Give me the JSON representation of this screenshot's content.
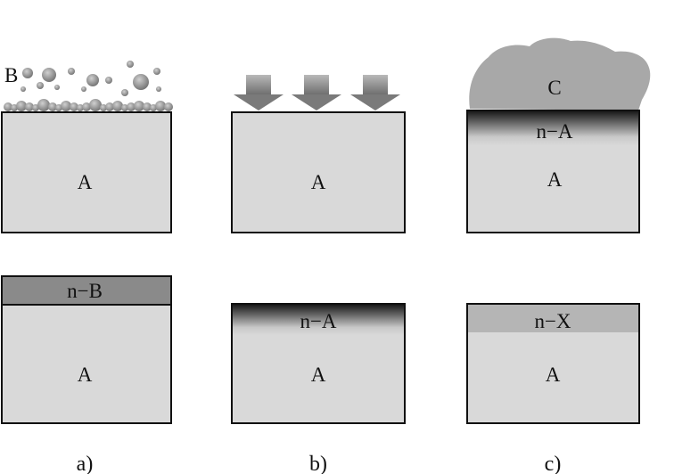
{
  "colors": {
    "substrate_fill": "#d9d9d9",
    "outline": "#111111",
    "layer_dark": "#8a8a8a",
    "particle_fill": "#9a9a9a",
    "arrow_fill": "#8f8f8f",
    "cloud_fill": "#a8a8a8",
    "nano_x_band": "#b5b5b5"
  },
  "panel_a": {
    "particle_label": "B",
    "substrate_label": "A",
    "result_layer_label": "n−B",
    "result_substrate_label": "A",
    "caption": "a)"
  },
  "panel_b": {
    "substrate_label": "A",
    "result_layer_label": "n−A",
    "result_substrate_label": "A",
    "caption": "b)",
    "arrow_icons": [
      "down-arrow-icon",
      "down-arrow-icon",
      "down-arrow-icon"
    ]
  },
  "panel_c": {
    "medium_label": "C",
    "layer_label": "n−A",
    "substrate_label": "A",
    "result_layer_label": "n−X",
    "result_substrate_label": "A",
    "caption": "c)"
  }
}
